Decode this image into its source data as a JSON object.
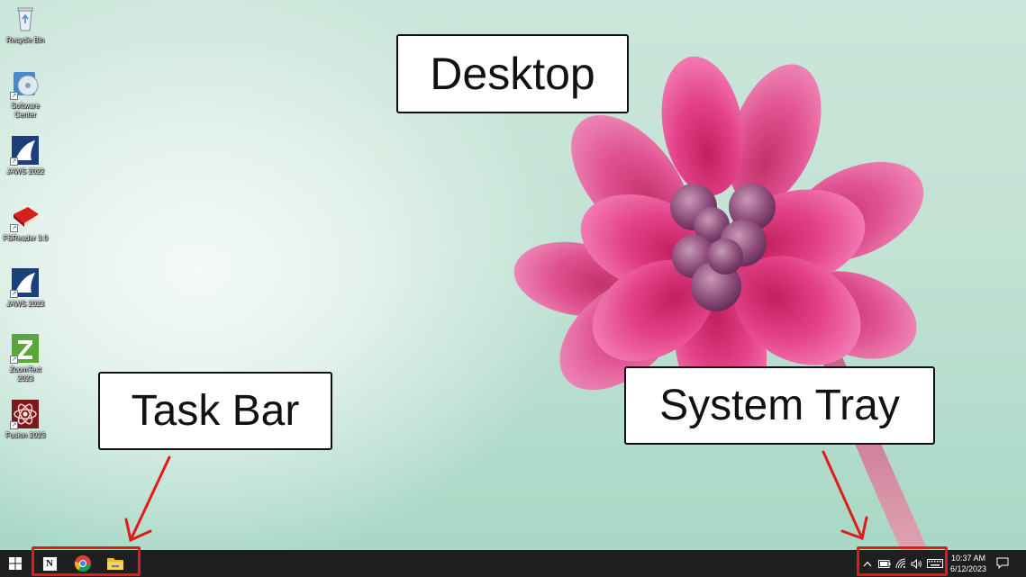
{
  "desktop_icons": [
    {
      "label": "Recycle Bin",
      "icon": "recycle-bin-icon"
    },
    {
      "label": "Software Center",
      "icon": "software-center-icon"
    },
    {
      "label": "JAWS 2022",
      "icon": "jaws-icon"
    },
    {
      "label": "FSReader 3.0",
      "icon": "book-icon"
    },
    {
      "label": "JAWS 2023",
      "icon": "jaws-icon"
    },
    {
      "label": "ZoomText 2023",
      "icon": "zoomtext-icon"
    },
    {
      "label": "Fusion 2023",
      "icon": "fusion-icon"
    }
  ],
  "callouts": {
    "desktop": "Desktop",
    "task_bar": "Task Bar",
    "system_tray": "System Tray"
  },
  "taskbar": {
    "start_icon": "windows-logo-icon",
    "pinned_apps": [
      {
        "name": "notion",
        "icon": "notion-icon",
        "glyph": "N"
      },
      {
        "name": "chrome",
        "icon": "chrome-icon"
      },
      {
        "name": "file-explorer",
        "icon": "folder-icon"
      }
    ],
    "tray_icons": [
      "chevron-up-icon",
      "battery-icon",
      "wifi-icon",
      "volume-icon",
      "keyboard-icon"
    ],
    "clock": {
      "time": "10:37 AM",
      "date": "6/12/2023"
    },
    "notification_icon": "notification-icon"
  },
  "colors": {
    "highlight": "#e11b1b",
    "taskbar_bg": "#1f1f1f",
    "flower": "#e0407e"
  }
}
